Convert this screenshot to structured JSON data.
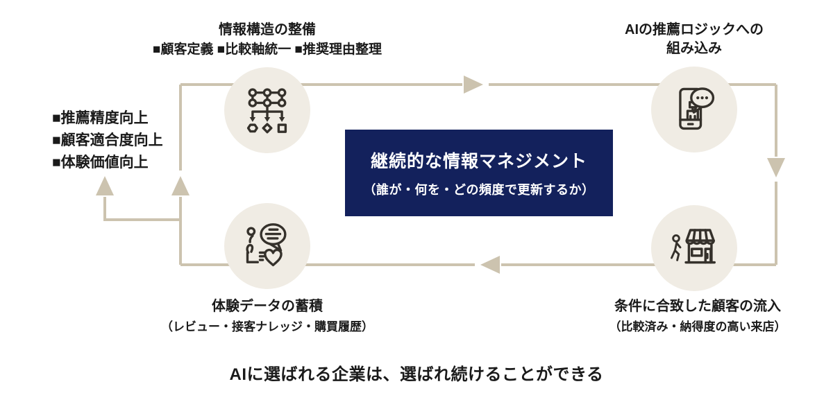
{
  "colors": {
    "background": "#ffffff",
    "navy_box": "#13215c",
    "connector": "#ccc3af",
    "node_circle": "#f0ece4",
    "icon_stroke": "#35312b",
    "text": "#1a1a1a",
    "box_text": "#ffffff"
  },
  "stages": {
    "structure": {
      "title": "情報構造の整備",
      "points": "■顧客定義 ■比較軸統一 ■推奨理由整理",
      "icon": "structure-mapping-icon"
    },
    "ai_integration": {
      "line1": "AIの推薦ロジックへの",
      "line2": "組み込み",
      "icon": "smartphone-ai-chat-icon"
    },
    "customer_inflow": {
      "title": "条件に合致した顧客の流入",
      "note": "（比較済み・納得度の高い来店）",
      "icon": "storefront-visitor-icon"
    },
    "experience_data": {
      "title": "体験データの蓄積",
      "note": "（レビュー・接客ナレッジ・購買履歴）",
      "icon": "review-feedback-icon"
    }
  },
  "outcomes": [
    "■推薦精度向上",
    "■顧客適合度向上",
    "■体験価値向上"
  ],
  "center_box": {
    "title": "継続的な情報マネジメント",
    "subtitle": "（誰が・何を・どの頻度で更新するか）"
  },
  "caption": "AIに選ばれる企業は、選ばれ続けることができる"
}
